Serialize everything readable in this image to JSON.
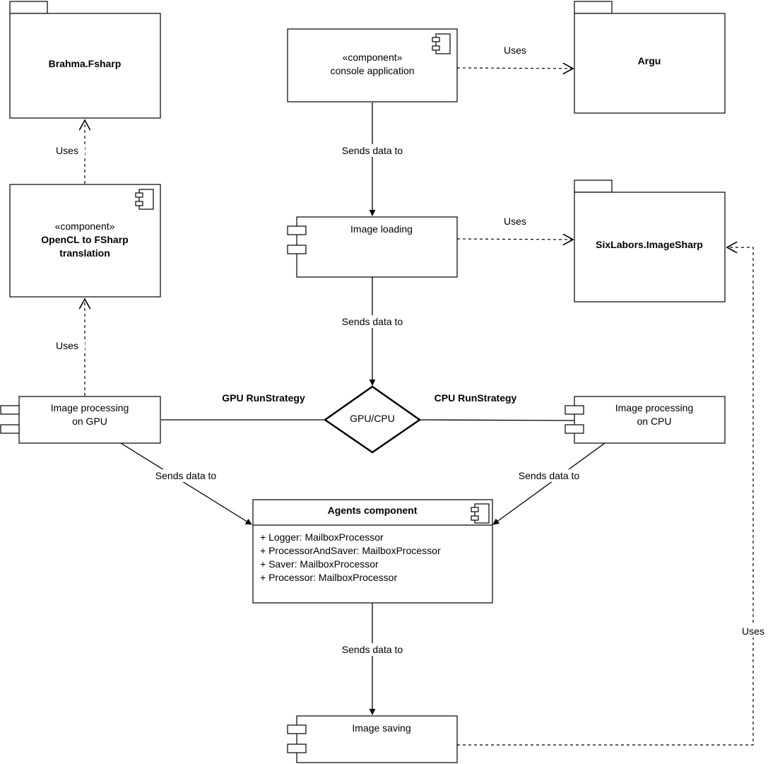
{
  "packages": {
    "brahma": "Brahma.Fsharp",
    "argu": "Argu",
    "sixlabors": "SixLabors.ImageSharp"
  },
  "components": {
    "console_app": {
      "stereotype": "«component»",
      "name": "console application"
    },
    "opencl": {
      "stereotype": "«component»",
      "name_line1": "OpenCL to FSharp",
      "name_line2": "translation"
    },
    "image_loading": "Image loading",
    "gpu_processing": {
      "line1": "Image processing",
      "line2": "on GPU"
    },
    "cpu_processing": {
      "line1": "Image processing",
      "line2": "on CPU"
    },
    "image_saving": "Image saving",
    "agents": {
      "title": "Agents component",
      "members": [
        "+ Logger: MailboxProcessor",
        "+ ProcessorAndSaver: MailboxProcessor",
        "+ Saver: MailboxProcessor",
        "+ Processor: MailboxProcessor"
      ]
    }
  },
  "decision": {
    "label": "GPU/CPU",
    "gpu_branch": "GPU RunStrategy",
    "cpu_branch": "CPU RunStrategy"
  },
  "edge_labels": {
    "uses": "Uses",
    "sends_data_to": "Sends data to"
  }
}
